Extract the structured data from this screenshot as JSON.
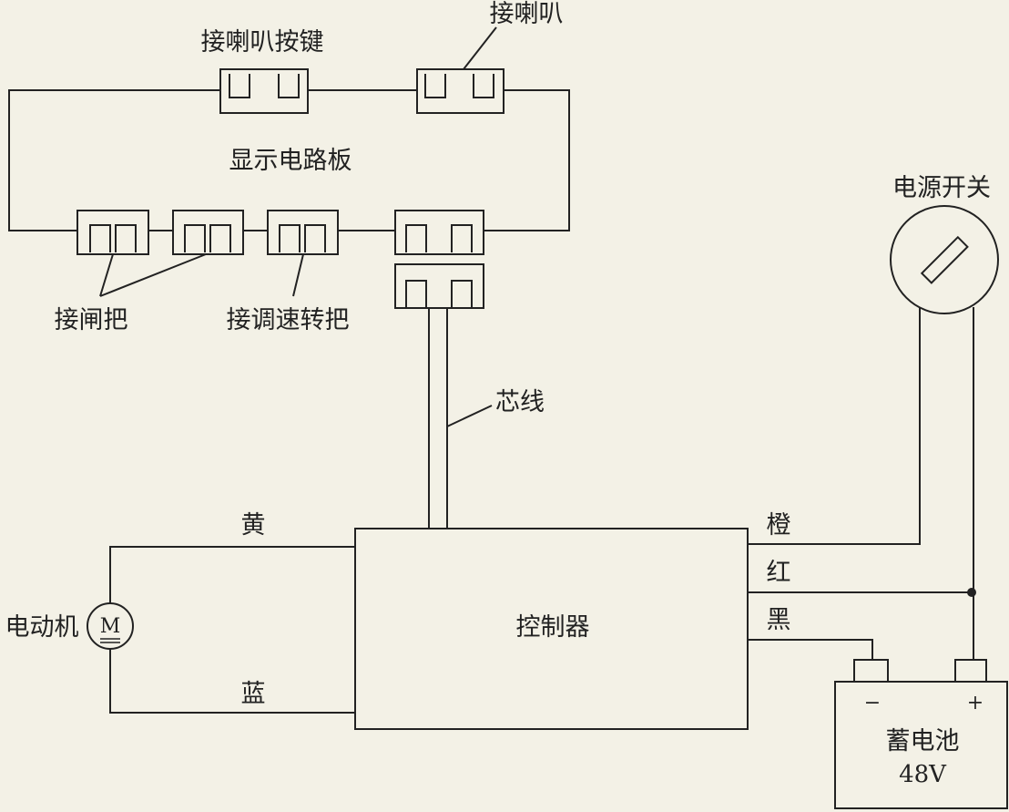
{
  "labels": {
    "horn_button": "接喇叭按键",
    "horn": "接喇叭",
    "display_board": "显示电路板",
    "brake_handle": "接闸把",
    "speed_handle": "接调速转把",
    "core_wire": "芯线",
    "power_switch": "电源开关",
    "controller": "控制器",
    "motor": "电动机",
    "motor_symbol": "M",
    "wire_yellow": "黄",
    "wire_blue": "蓝",
    "wire_orange": "橙",
    "wire_red": "红",
    "wire_black": "黑",
    "battery": "蓄电池",
    "battery_voltage": "48V",
    "terminal_negative": "−",
    "terminal_positive": "+"
  },
  "colors": {
    "background": "#f3f1e6",
    "line": "#222222"
  }
}
